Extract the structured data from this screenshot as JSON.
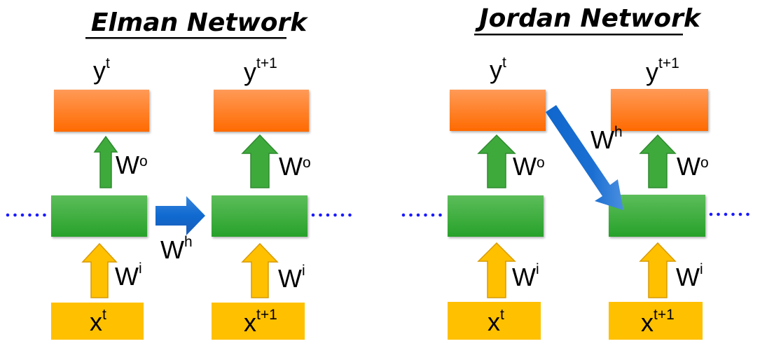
{
  "colors": {
    "output_top": "#ff9a57",
    "output_bottom": "#ff6a00",
    "hidden_top": "#5cbd5a",
    "hidden_bottom": "#27a12a",
    "input_fill": "#ffc000",
    "input_arrow_stroke": "#d89a00",
    "output_arrow_fill": "#3faa3c",
    "output_arrow_stroke": "#2e8a2e",
    "recurrent_arrow": "#1565c9",
    "dots": "#1a1aff"
  },
  "diagrams": [
    {
      "title": "Elman Network",
      "recurrence": "hidden-to-hidden",
      "recurrent_weight": {
        "base": "W",
        "sup": "h"
      },
      "steps": [
        {
          "output": {
            "base": "y",
            "sup": "t"
          },
          "output_weight": {
            "base": "W",
            "sup": "o"
          },
          "input_weight": {
            "base": "W",
            "sup": "i"
          },
          "input": {
            "base": "x",
            "sup": "t"
          }
        },
        {
          "output": {
            "base": "y",
            "sup": "t+1"
          },
          "output_weight": {
            "base": "W",
            "sup": "o"
          },
          "input_weight": {
            "base": "W",
            "sup": "i"
          },
          "input": {
            "base": "x",
            "sup": "t+1"
          }
        }
      ],
      "continuation_dots": "......"
    },
    {
      "title": "Jordan Network",
      "recurrence": "output-to-hidden",
      "recurrent_weight": {
        "base": "W",
        "sup": "h"
      },
      "steps": [
        {
          "output": {
            "base": "y",
            "sup": "t"
          },
          "output_weight": {
            "base": "W",
            "sup": "o"
          },
          "input_weight": {
            "base": "W",
            "sup": "i"
          },
          "input": {
            "base": "x",
            "sup": "t"
          }
        },
        {
          "output": {
            "base": "y",
            "sup": "t+1"
          },
          "output_weight": {
            "base": "W",
            "sup": "o"
          },
          "input_weight": {
            "base": "W",
            "sup": "i"
          },
          "input": {
            "base": "x",
            "sup": "t+1"
          }
        }
      ],
      "continuation_dots": "......"
    }
  ]
}
